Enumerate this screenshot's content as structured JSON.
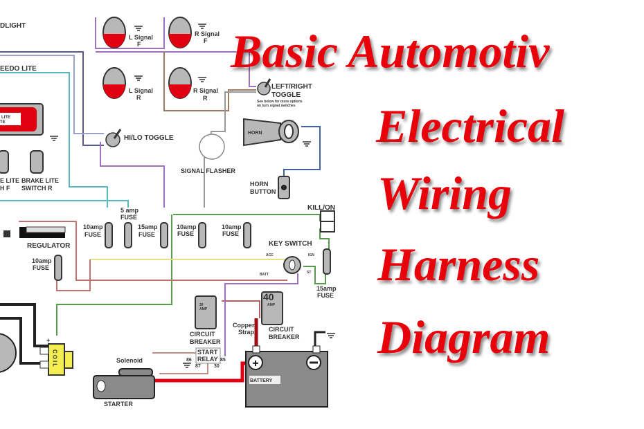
{
  "title_lines": [
    "Basic Automotiv",
    "Electrical",
    "Wiring",
    "Harness",
    "Diagram"
  ],
  "colors": {
    "title": "#e8000b",
    "component_fill": "#b8b8b8",
    "lamp_red": "#e00010",
    "coil_yellow": "#f4ee52"
  },
  "diagram": {
    "headlight": "DLIGHT",
    "speedo_lite": "EEDO LITE",
    "tail_lite_1": "LITE",
    "tail_lite_2": "TE",
    "l_signal_f": [
      "L Signal",
      "F"
    ],
    "l_signal_r": [
      "L Signal",
      "R"
    ],
    "r_signal_f": [
      "R Signal",
      "F"
    ],
    "r_signal_r": [
      "R Signal",
      "R"
    ],
    "hilo_toggle": "HI/LO TOGGLE",
    "left_right_toggle": [
      "LEFT/RIGHT",
      "TOGGLE"
    ],
    "toggle_note": [
      "See below for more options",
      "on turn signal switches"
    ],
    "horn": "HORN",
    "signal_flasher": "SIGNAL FLASHER",
    "horn_button": [
      "HORN",
      "BUTTON"
    ],
    "kill_on": "KILL/ON",
    "brake_lite_f": [
      "E LITE",
      "H   F"
    ],
    "brake_lite_r": [
      "BRAKE LITE",
      "SWITCH   R"
    ],
    "regulator": "REGULATOR",
    "fuses": [
      {
        "amp": "10amp",
        "label": "FUSE"
      },
      {
        "amp": "5 amp",
        "label": "FUSE"
      },
      {
        "amp": "15amp",
        "label": "FUSE"
      },
      {
        "amp": "10amp",
        "label": "FUSE"
      },
      {
        "amp": "10amp",
        "label": "FUSE"
      },
      {
        "amp": "10amp",
        "label": "FUSE"
      },
      {
        "amp": "15amp",
        "label": "FUSE"
      }
    ],
    "key_switch": "KEY SWITCH",
    "key_terms": {
      "acc": "ACC",
      "ign": "IGN",
      "batt": "BATT",
      "st": "ST"
    },
    "breaker_30": {
      "amp": "30",
      "unit": "AMP",
      "label": [
        "CIRCUIT",
        "BREAKER"
      ]
    },
    "breaker_40": {
      "amp": "40",
      "unit": "AMP",
      "label": [
        "CIRCUIT",
        "BREAKER"
      ]
    },
    "copper_strap": [
      "Copper",
      "Strap"
    ],
    "start_relay": [
      "START",
      "RELAY"
    ],
    "relay_pins": [
      "86",
      "85",
      "87",
      "30"
    ],
    "battery": "BATTERY",
    "coil": "COIL",
    "solenoid": "Solenoid",
    "starter": "STARTER"
  }
}
